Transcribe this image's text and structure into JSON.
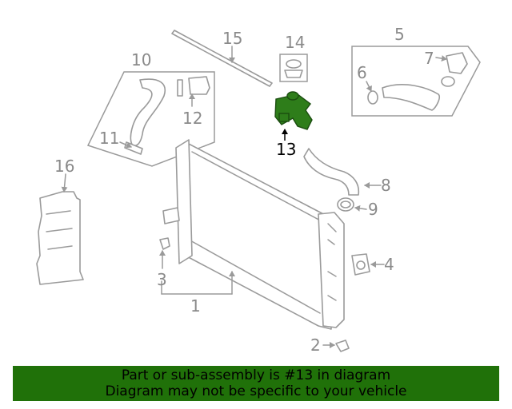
{
  "colors": {
    "highlight": "#2e7d1a",
    "banner_bg": "#207109",
    "line": "#9a9a9a",
    "label": "#8a8a8a"
  },
  "callouts": {
    "c1": "1",
    "c2": "2",
    "c3": "3",
    "c4": "4",
    "c5": "5",
    "c6": "6",
    "c7": "7",
    "c8": "8",
    "c9": "9",
    "c10": "10",
    "c11": "11",
    "c12": "12",
    "c13": "13",
    "c14": "14",
    "c15": "15",
    "c16": "16"
  },
  "banner": {
    "line1": "Part or sub-assembly is #13 in diagram",
    "line2": "Diagram may not be specific to your vehicle"
  }
}
